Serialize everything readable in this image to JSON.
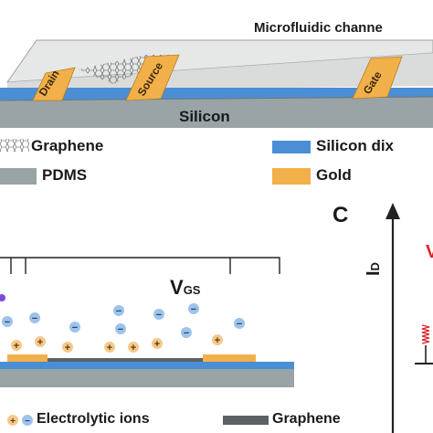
{
  "device": {
    "channel_label": "Microfluidic channe",
    "electrodes": {
      "drain": "Drain",
      "source": "Source",
      "gate": "Gate"
    },
    "substrate_label": "Silicon"
  },
  "legend_top": {
    "graphene": "Graphene",
    "silicon_dioxide": "Silicon dix",
    "pdms": "PDMS",
    "gold": "Gold"
  },
  "panel_c": {
    "letter": "C",
    "y_label_main": "I",
    "y_label_sub": "D"
  },
  "circuit": {
    "vgs_main": "V",
    "vgs_sub": "GS",
    "ion_symbols": {
      "cation": "+",
      "anion": "−"
    }
  },
  "legend_bottom": {
    "ions": "Electrolytic ions",
    "graphene": "Graphene"
  },
  "colors": {
    "gold": "#f2b04a",
    "silicon_dioxide": "#4a8fd6",
    "silicon": "#9aa3a6",
    "pdms": "#bdbfbf",
    "graphene_bar": "#5c6166",
    "cation": "#f5c98a",
    "anion": "#9ec3ea",
    "accent_red": "#d9252a",
    "violet": "#7b4bd1"
  }
}
